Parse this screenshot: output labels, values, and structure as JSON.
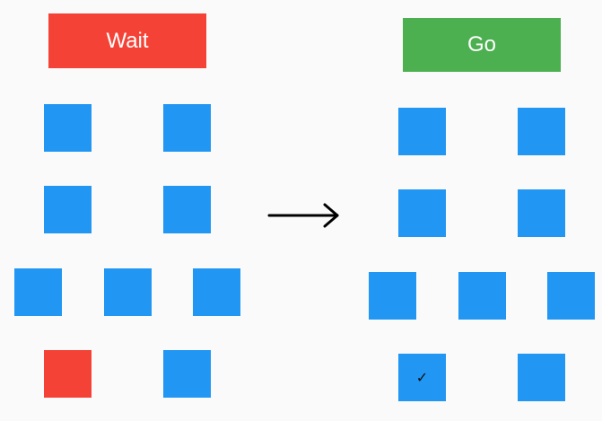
{
  "left_panel": {
    "status_label": "Wait",
    "status_color": "#f44336",
    "tile_color": "#2196f3",
    "active_tile_color": "#f44336",
    "tiles": [
      {
        "row": 1,
        "col": 1,
        "state": "idle"
      },
      {
        "row": 1,
        "col": 2,
        "state": "idle"
      },
      {
        "row": 2,
        "col": 1,
        "state": "idle"
      },
      {
        "row": 2,
        "col": 2,
        "state": "idle"
      },
      {
        "row": 3,
        "col": 1,
        "state": "idle"
      },
      {
        "row": 3,
        "col": 2,
        "state": "idle"
      },
      {
        "row": 3,
        "col": 3,
        "state": "idle"
      },
      {
        "row": 4,
        "col": 1,
        "state": "waiting"
      },
      {
        "row": 4,
        "col": 2,
        "state": "idle"
      }
    ]
  },
  "right_panel": {
    "status_label": "Go",
    "status_color": "#4caf50",
    "tile_color": "#2196f3",
    "tiles": [
      {
        "row": 1,
        "col": 1,
        "state": "idle"
      },
      {
        "row": 1,
        "col": 2,
        "state": "idle"
      },
      {
        "row": 2,
        "col": 1,
        "state": "idle"
      },
      {
        "row": 2,
        "col": 2,
        "state": "idle"
      },
      {
        "row": 3,
        "col": 1,
        "state": "idle"
      },
      {
        "row": 3,
        "col": 2,
        "state": "idle"
      },
      {
        "row": 3,
        "col": 3,
        "state": "idle"
      },
      {
        "row": 4,
        "col": 1,
        "state": "done",
        "mark": "✓"
      },
      {
        "row": 4,
        "col": 2,
        "state": "idle"
      }
    ]
  },
  "transition_icon": "right-arrow-icon"
}
